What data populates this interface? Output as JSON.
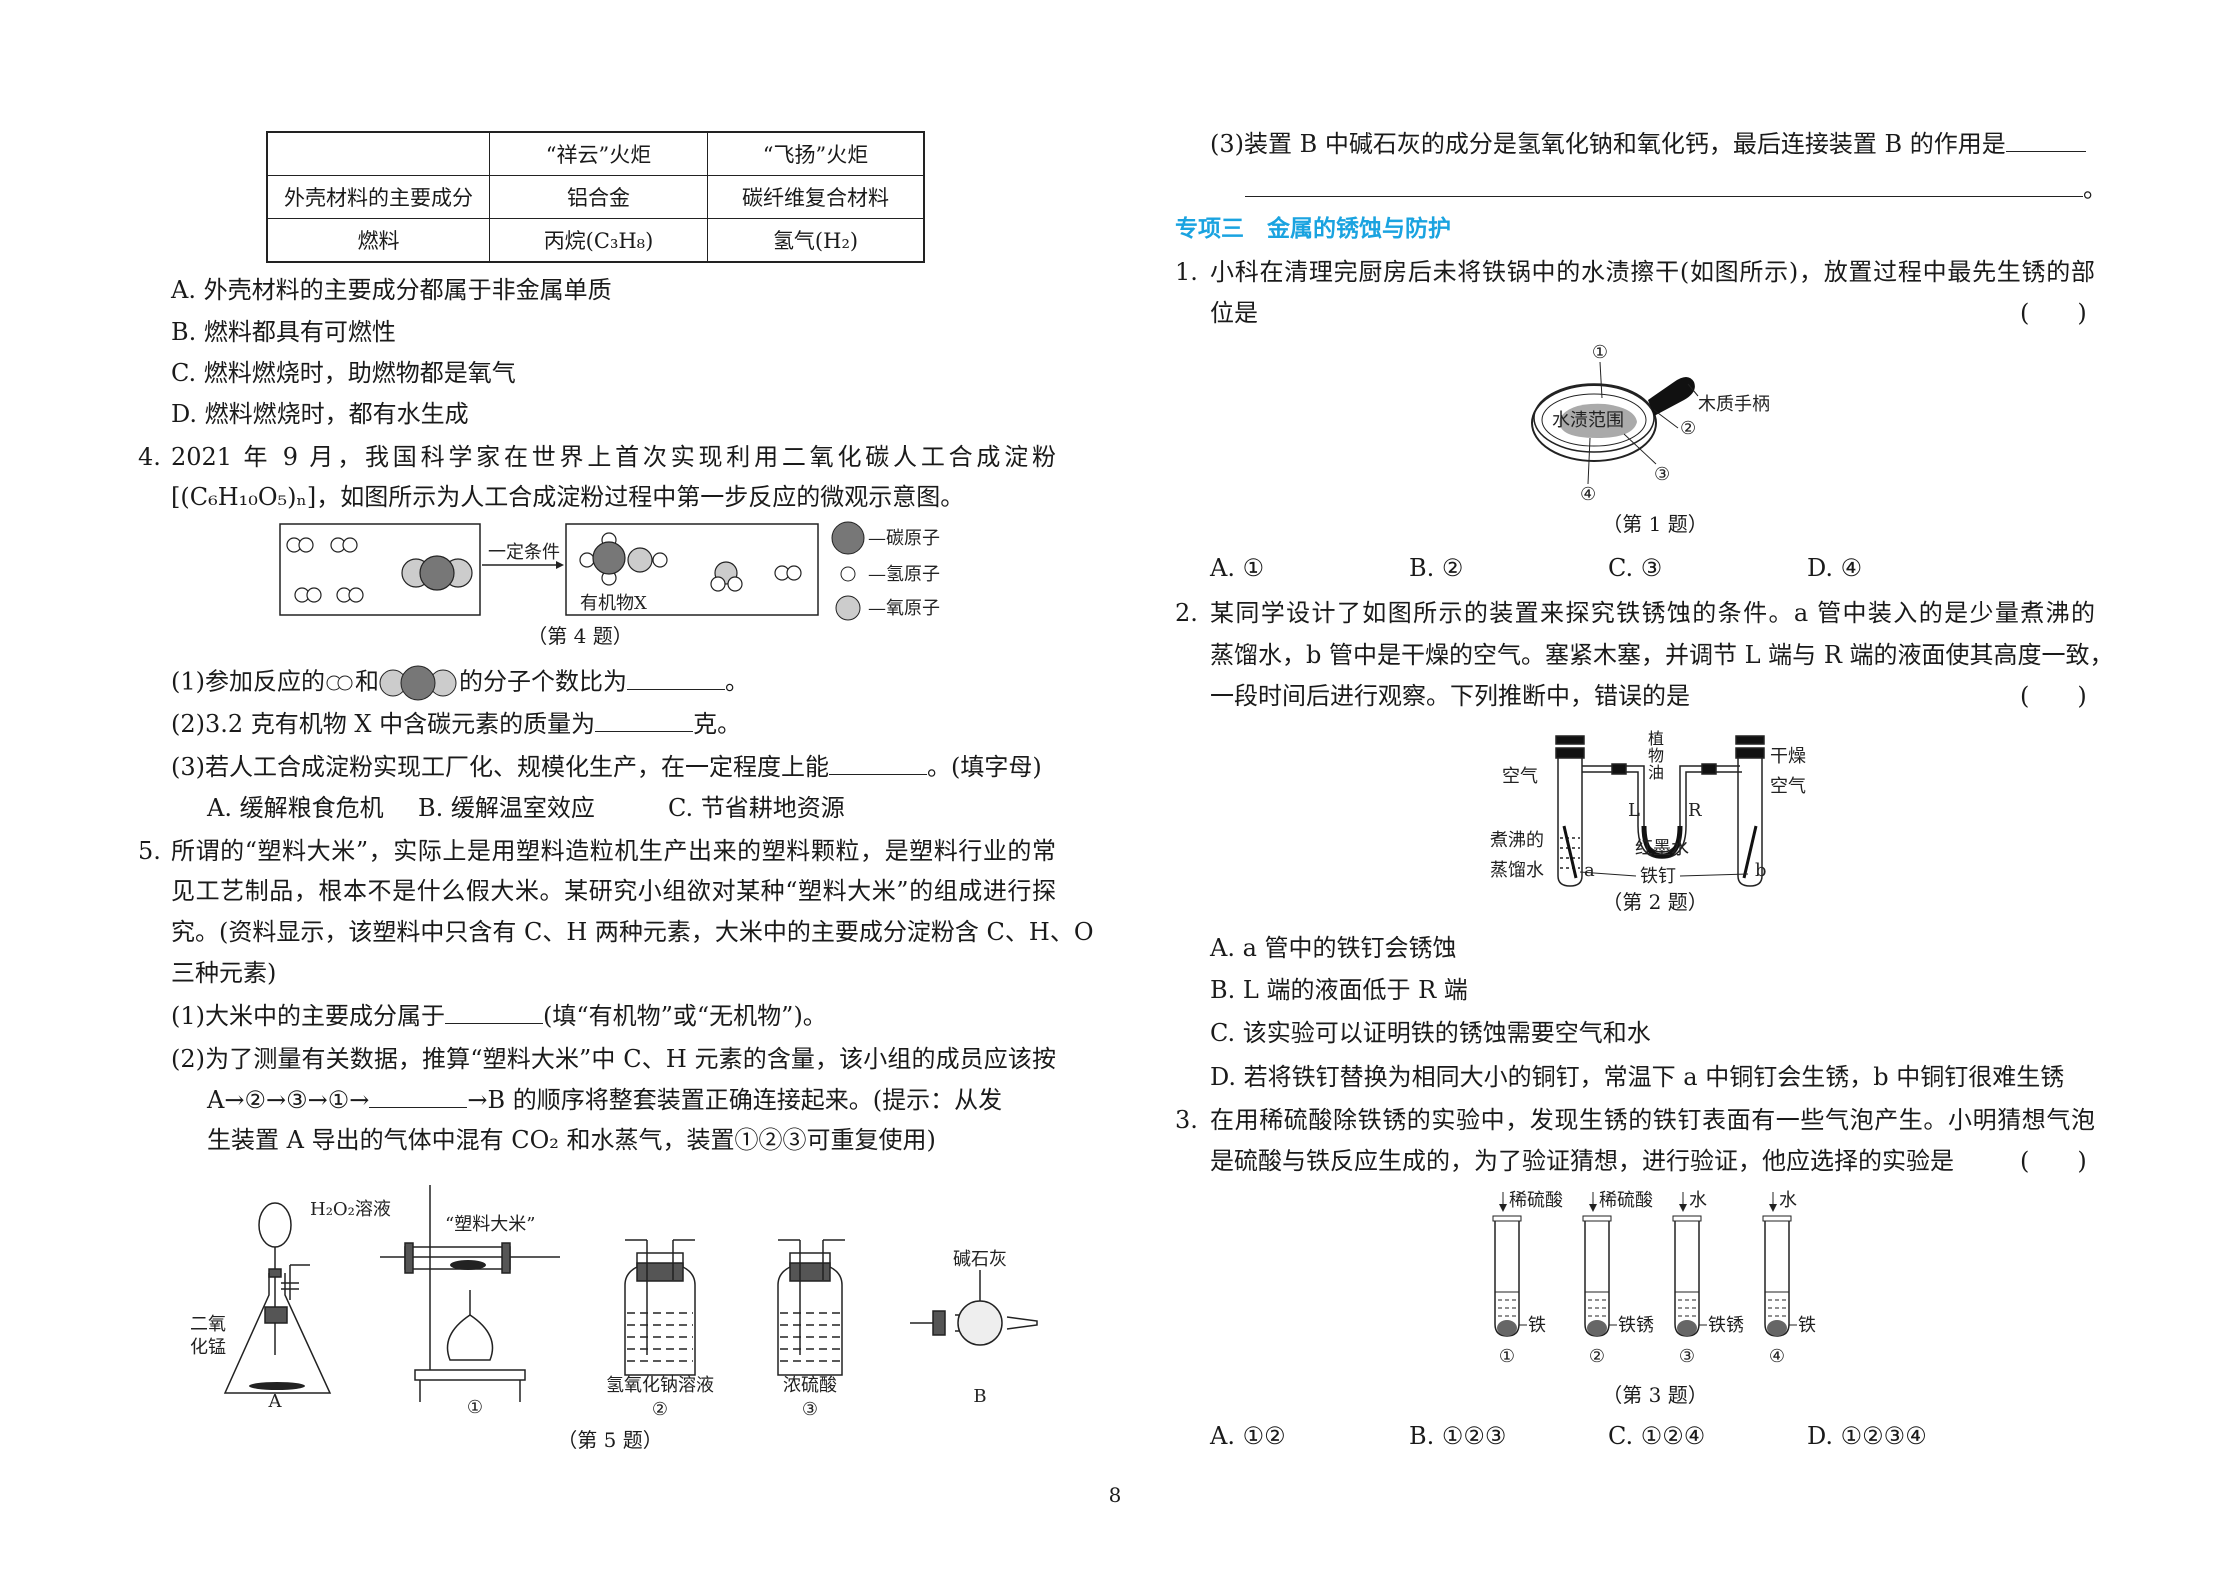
{
  "table": {
    "headers": [
      "",
      "“祥云”火炬",
      "“飞扬”火炬"
    ],
    "rows": [
      [
        "外壳材料的主要成分",
        "铝合金",
        "碳纤维复合材料"
      ],
      [
        "燃料",
        "丙烷(C₃H₈)",
        "氢气(H₂)"
      ]
    ]
  },
  "q3_options": [
    "A. 外壳材料的主要成分都属于非金属单质",
    "B. 燃料都具有可燃性",
    "C. 燃料燃烧时，助燃物都是氧气",
    "D. 燃料燃烧时，都有水生成"
  ],
  "q4": {
    "number": "4.",
    "stem_line1": "2021 年 9 月，我国科学家在世界上首次实现利用二氧化碳人工合成淀粉",
    "stem_line2": "[(C₆H₁₀O₅)ₙ]，如图所示为人工合成淀粉过程中第一步反应的微观示意图。",
    "figure": {
      "condition": "一定条件",
      "product_label": "有机物X",
      "legend": [
        "—碳原子",
        "—氢原子",
        "—氧原子"
      ],
      "caption": "（第 4 题）"
    },
    "sub1_a": "(1)参加反应的",
    "sub1_b": "和",
    "sub1_c": "的分子个数比为",
    "sub1_end": "。",
    "sub2_a": "(2)3.2 克有机物 X 中含碳元素的质量为",
    "sub2_end": "克。",
    "sub3_a": "(3)若人工合成淀粉实现工厂化、规模化生产，在一定程度上能",
    "sub3_end": "。(填字母)",
    "sub3_options": [
      "A. 缓解粮食危机",
      "B. 缓解温室效应",
      "C. 节省耕地资源"
    ]
  },
  "q5": {
    "number": "5.",
    "stem": [
      "所谓的“塑料大米”，实际上是用塑料造粒机生产出来的塑料颗粒，是塑料行业的常",
      "见工艺制品，根本不是什么假大米。某研究小组欲对某种“塑料大米”的组成进行探",
      "究。(资料显示，该塑料中只含有 C、H 两种元素，大米中的主要成分淀粉含 C、H、O",
      "三种元素)"
    ],
    "sub1_a": "(1)大米中的主要成分属于",
    "sub1_end": "(填“有机物”或“无机物”)。",
    "sub2_line1": "(2)为了测量有关数据，推算“塑料大米”中 C、H 元素的含量，该小组的成员应该按",
    "sub2_line2_a": "A→②→③→①→",
    "sub2_line2_b": "→B 的顺序将整套装置正确连接起来。(提示：从发",
    "sub2_line3": "生装置 A 导出的气体中混有 CO₂ 和水蒸气，装置①②③可重复使用)",
    "sub3_a": "(3)装置 B 中碱石灰的成分是氢氧化钠和氧化钙，最后连接装置 B 的作用是",
    "sub3_end": "。",
    "figure": {
      "h2o2": "H₂O₂溶液",
      "mno2_1": "二氧",
      "mno2_2": "化锰",
      "rice": "“塑料大米”",
      "naoh": "氢氧化钠溶液",
      "h2so4": "浓硫酸",
      "soda_lime": "碱石灰",
      "labels": [
        "A",
        "①",
        "②",
        "③",
        "B"
      ],
      "caption": "（第 5 题）"
    }
  },
  "section3": {
    "title": "专项三　金属的锈蚀与防护",
    "q1": {
      "number": "1.",
      "line1": "小科在清理完厨房后未将铁锅中的水渍擦干(如图所示)，放置过程中最先生锈的部",
      "line2": "位是",
      "paren": "(　　)",
      "figure": {
        "handle": "木质手柄",
        "water": "水渍范围",
        "marks": [
          "①",
          "②",
          "③",
          "④"
        ],
        "caption": "（第 1 题）"
      },
      "options": [
        "A. ①",
        "B. ②",
        "C. ③",
        "D. ④"
      ]
    },
    "q2": {
      "number": "2.",
      "line1": "某同学设计了如图所示的装置来探究铁锈蚀的条件。a 管中装入的是少量煮沸的",
      "line2": "蒸馏水，b 管中是干燥的空气。塞紧木塞，并调节 L 端与 R 端的液面使其高度一致，",
      "line3": "一段时间后进行观察。下列推断中，错误的是",
      "paren": "(　　)",
      "figure": {
        "air_left": "空气",
        "oil": "植物油",
        "dry": "干燥",
        "air_right": "空气",
        "L": "L",
        "R": "R",
        "boiled1": "煮沸的",
        "boiled2": "蒸馏水",
        "red_ink": "红墨水",
        "nail": "铁钉",
        "a": "a",
        "b": "b",
        "caption": "（第 2 题）"
      },
      "options": [
        "A. a 管中的铁钉会锈蚀",
        "B. L 端的液面低于 R 端",
        "C. 该实验可以证明铁的锈蚀需要空气和水",
        "D. 若将铁钉替换为相同大小的铜钉，常温下 a 中铜钉会生锈，b 中铜钉很难生锈"
      ]
    },
    "q3": {
      "number": "3.",
      "line1": "在用稀硫酸除铁锈的实验中，发现生锈的铁钉表面有一些气泡产生。小明猜想气泡",
      "line2": "是硫酸与铁反应生成的，为了验证猜想，进行验证，他应选择的实验是",
      "paren": "(　　)",
      "figure": {
        "reagents": [
          "稀硫酸",
          "稀硫酸",
          "水",
          "水"
        ],
        "solids": [
          "铁",
          "铁锈",
          "铁锈",
          "铁"
        ],
        "marks": [
          "①",
          "②",
          "③",
          "④"
        ],
        "caption": "（第 3 题）"
      },
      "options": [
        "A. ①②",
        "B. ①②③",
        "C. ①②④",
        "D. ①②③④"
      ]
    }
  },
  "page_number": "8"
}
